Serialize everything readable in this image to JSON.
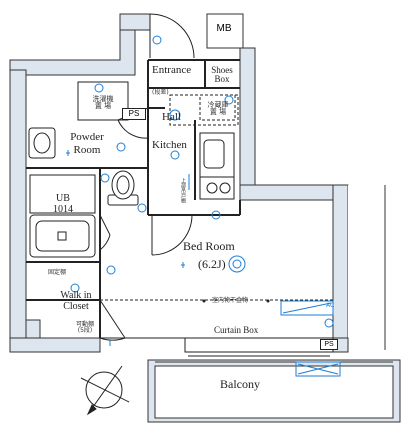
{
  "rooms": {
    "mb": "MB",
    "entrance": "Entrance",
    "shoes_box_line1": "Shoes",
    "shoes_box_line2": "Box",
    "ps_top": "PS",
    "hall": "Hall",
    "powder_line1": "Powder",
    "powder_line2": "Room",
    "kitchen": "Kitchen",
    "ub_line1": "UB",
    "ub_line2": "1014",
    "bed_room": "Bed Room",
    "bed_size": "(6.2J)",
    "walk_line1": "Walk in",
    "walk_line2": "Closet",
    "curtain_box": "Curtain Box",
    "ps_bottom": "PS",
    "balcony": "Balcony"
  },
  "notes": {
    "washer_line1": "洗濯機",
    "washer_line2": "置 場",
    "fridge_line1": "冷蔵庫",
    "fridge_line2": "置 場",
    "step": "(段差)",
    "upper_cabinet": "上部吊戸棚",
    "fixed_shelf": "固定棚",
    "movable_shelf_line1": "可動棚",
    "movable_shelf_line2": "(5段)",
    "indoor_drying": "室内物干金物",
    "ac": "AC"
  },
  "colors": {
    "wall_fill": "#dde5ee",
    "wall_stroke": "#333333",
    "fixture_blue": "#1e7fd6"
  },
  "icons": [
    "compass-icon",
    "outlet-icon",
    "ceiling-light-icon",
    "toilet-icon",
    "washbasin-icon",
    "stove-icon",
    "air-conditioner-icon"
  ]
}
